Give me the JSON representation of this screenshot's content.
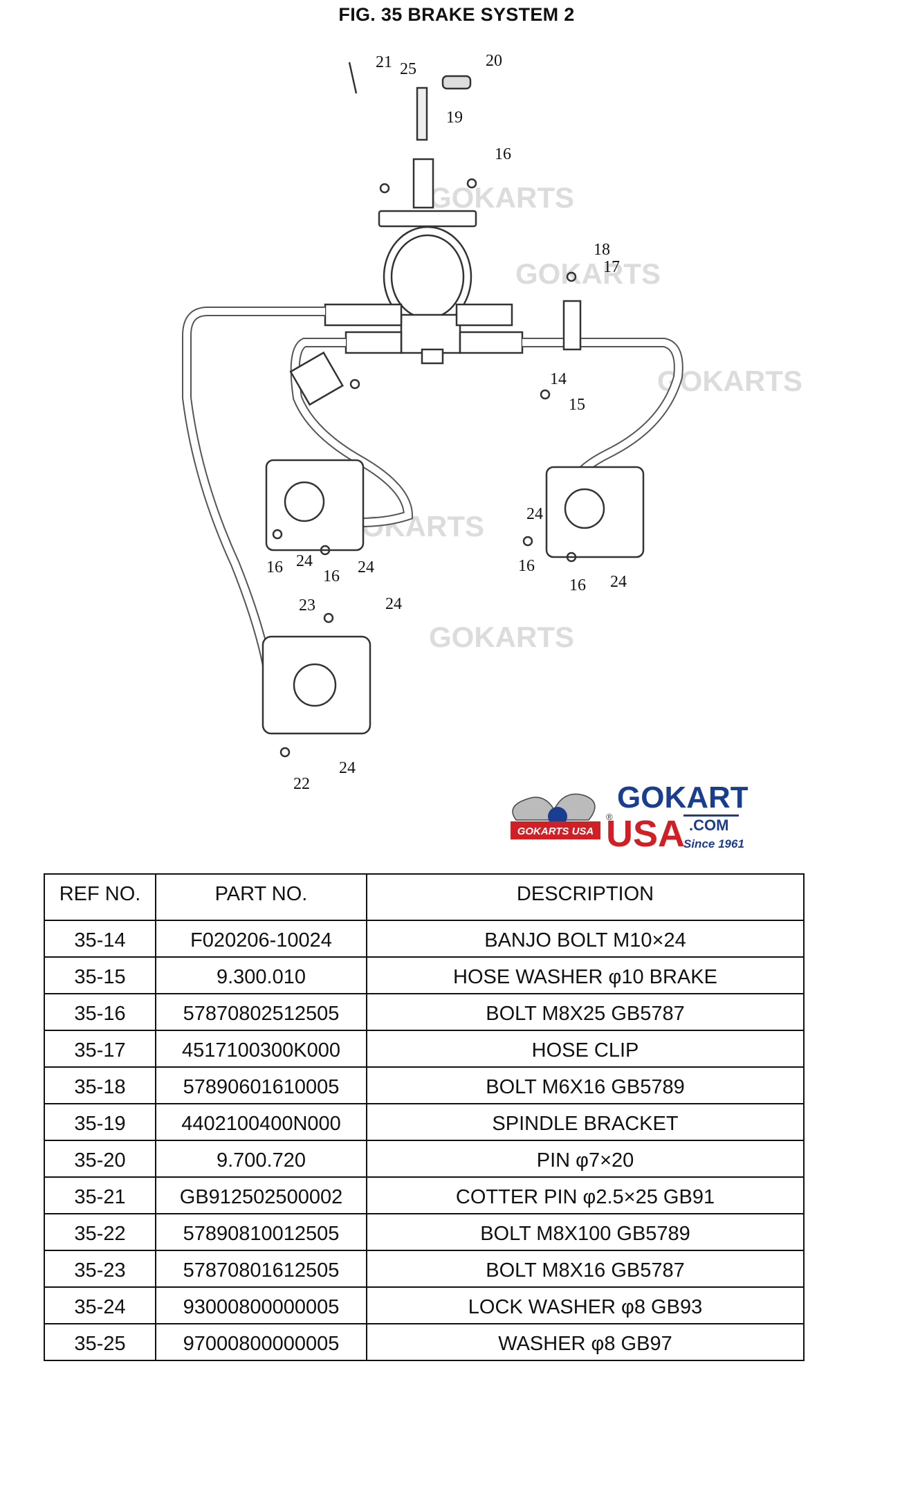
{
  "page_title": "FIG. 35 BRAKE SYSTEM 2",
  "callouts": [
    "21",
    "25",
    "20",
    "19",
    "16",
    "18",
    "17",
    "14",
    "15",
    "24",
    "16",
    "24",
    "16",
    "24",
    "16",
    "16",
    "24",
    "23",
    "24",
    "22",
    "24"
  ],
  "logo": {
    "line1": "GOKARTS",
    "line2": "USA",
    "dotcom": ".COM",
    "since": "Since 1961",
    "badge": "GOKARTS USA",
    "registered": "®"
  },
  "colors": {
    "logo_blue": "#1a3d8f",
    "logo_red": "#d11f26",
    "watermark": "#d9d9d9"
  },
  "table": {
    "headers": [
      "REF NO.",
      "PART NO.",
      "DESCRIPTION"
    ],
    "rows": [
      [
        "35-14",
        "F020206-10024",
        "BANJO BOLT M10×24"
      ],
      [
        "35-15",
        "9.300.010",
        "HOSE WASHER φ10 BRAKE"
      ],
      [
        "35-16",
        "57870802512505",
        "BOLT M8X25 GB5787"
      ],
      [
        "35-17",
        "4517100300K000",
        "HOSE CLIP"
      ],
      [
        "35-18",
        "57890601610005",
        "BOLT M6X16 GB5789"
      ],
      [
        "35-19",
        "4402100400N000",
        "SPINDLE BRACKET"
      ],
      [
        "35-20",
        "9.700.720",
        "PIN φ7×20"
      ],
      [
        "35-21",
        "GB912502500002",
        "COTTER PIN φ2.5×25 GB91"
      ],
      [
        "35-22",
        "57890810012505",
        "BOLT M8X100 GB5789"
      ],
      [
        "35-23",
        "57870801612505",
        "BOLT M8X16 GB5787"
      ],
      [
        "35-24",
        "93000800000005",
        "LOCK WASHER φ8 GB93"
      ],
      [
        "35-25",
        "97000800000005",
        "WASHER φ8 GB97"
      ]
    ]
  }
}
